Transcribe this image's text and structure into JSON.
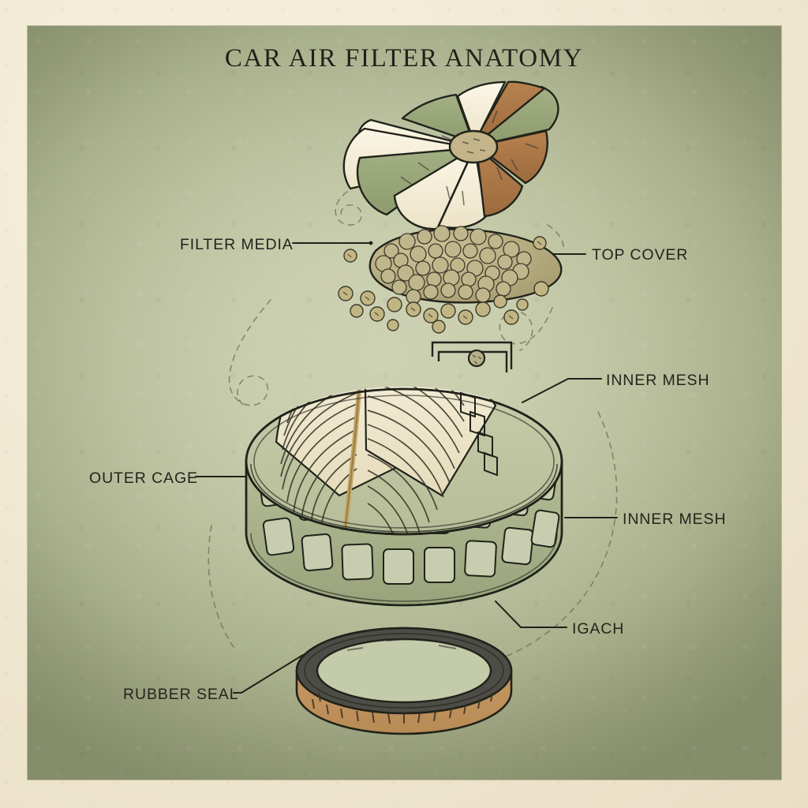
{
  "page": {
    "title": "CAR AIR FILTER ANATOMY",
    "style": "vintage exploded technical illustration",
    "colors": {
      "paper_border": "#f0e7d0",
      "panel_center": "#ced2b4",
      "panel_edge": "#858d6a",
      "ink": "#22251c",
      "cage_green": "#a7b089",
      "pleat_cream": "#f2ecd3",
      "accent_brown": "#a9754a",
      "accent_sage": "#97a477",
      "seal_dark": "#4a4a45",
      "seal_tan": "#c79a63",
      "granule_olive": "#b5ab7d"
    }
  },
  "labels": [
    {
      "id": "filter-media",
      "text": "FILTER MEDIA"
    },
    {
      "id": "top-cover",
      "text": "TOP COVER"
    },
    {
      "id": "inner-mesh-1",
      "text": "INNER MESH"
    },
    {
      "id": "inner-mesh-2",
      "text": "INNER MESH"
    },
    {
      "id": "igach",
      "text": "IGACH"
    },
    {
      "id": "outer-cage",
      "text": "OUTER CAGE"
    },
    {
      "id": "rubber-seal",
      "text": "RUBBER SEAL"
    }
  ],
  "parts": [
    {
      "id": "top-cover",
      "name": "pleated top cover dome",
      "petal_colors": [
        "#f2ecd8",
        "#97a477",
        "#a9754a"
      ]
    },
    {
      "id": "filter-media",
      "name": "granular filter media cluster",
      "color": "#b5ab7d"
    },
    {
      "id": "outer-cage",
      "name": "cylindrical outer cage with rectangular grid openings",
      "color": "#a7b089"
    },
    {
      "id": "inner-mesh",
      "name": "pleated inner mesh element",
      "color": "#f2ecd3"
    },
    {
      "id": "rubber-seal",
      "name": "rubber seal ring",
      "top_color": "#4a4a45",
      "side_color": "#c79a63"
    }
  ]
}
